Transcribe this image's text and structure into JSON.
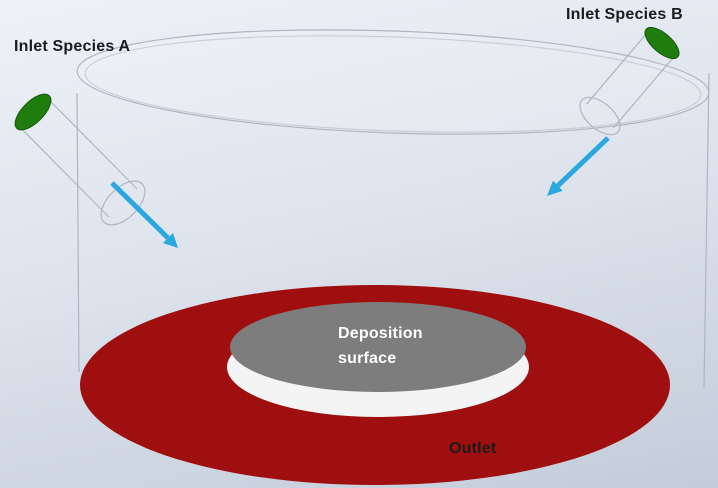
{
  "diagram": {
    "labels": {
      "inlet_a": "Inlet Species A",
      "inlet_b": "Inlet Species B",
      "deposition_line1": "Deposition",
      "deposition_line2": "surface",
      "outlet": "Outlet"
    },
    "colors": {
      "background_top": "#eef1f7",
      "background_mid": "#dde3ec",
      "background_bottom": "#c3ccda",
      "wireframe": "#aeb6c2",
      "inlet_cap": "#1f7d0d",
      "inlet_cap_edge": "#14560a",
      "arrow": "#2aa7df",
      "outlet_disk": "#a00f0f",
      "pedestal_side": "#f4f4f4",
      "deposition_disk": "#7d7d7d",
      "label_text": "#1b1b1b",
      "deposition_text": "#ffffff"
    }
  }
}
